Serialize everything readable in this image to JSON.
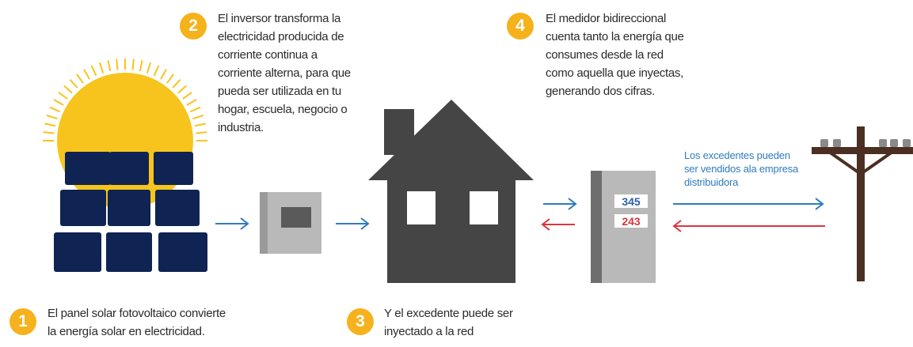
{
  "steps": [
    {
      "number": "1",
      "lines": [
        "El panel solar fotovoltaico convierte",
        "la energía solar en electricidad."
      ]
    },
    {
      "number": "2",
      "lines": [
        "El inversor transforma la",
        "electricidad producida de",
        "corriente continua a",
        "corriente alterna, para que",
        "pueda ser utilizada en tu",
        "hogar, escuela, negocio o",
        "industria."
      ]
    },
    {
      "number": "3",
      "lines": [
        "Y el excedente puede ser",
        "inyectado a la red"
      ]
    },
    {
      "number": "4",
      "lines": [
        "El medidor bidireccional",
        "cuenta tanto la energía que",
        "consumes desde la red",
        "como aquella que inyectas,",
        "generando dos cifras."
      ]
    }
  ],
  "meter": {
    "reading_top": "345",
    "reading_bottom": "243"
  },
  "surplus_note": {
    "lines": [
      "Los excedentes pueden",
      "ser vendidos ala empresa",
      "distribuidora"
    ]
  },
  "colors": {
    "badge": "#f5b21c",
    "flow_out": "#2f7bbf",
    "flow_in": "#d9363e",
    "panel": "#0f2452",
    "sun": "#f7c41d",
    "house": "#454545",
    "pole": "#4a2f22"
  },
  "icons": [
    "sun-icon",
    "solar-panel-icon",
    "inverter-icon",
    "house-icon",
    "meter-icon",
    "utility-pole-icon"
  ]
}
